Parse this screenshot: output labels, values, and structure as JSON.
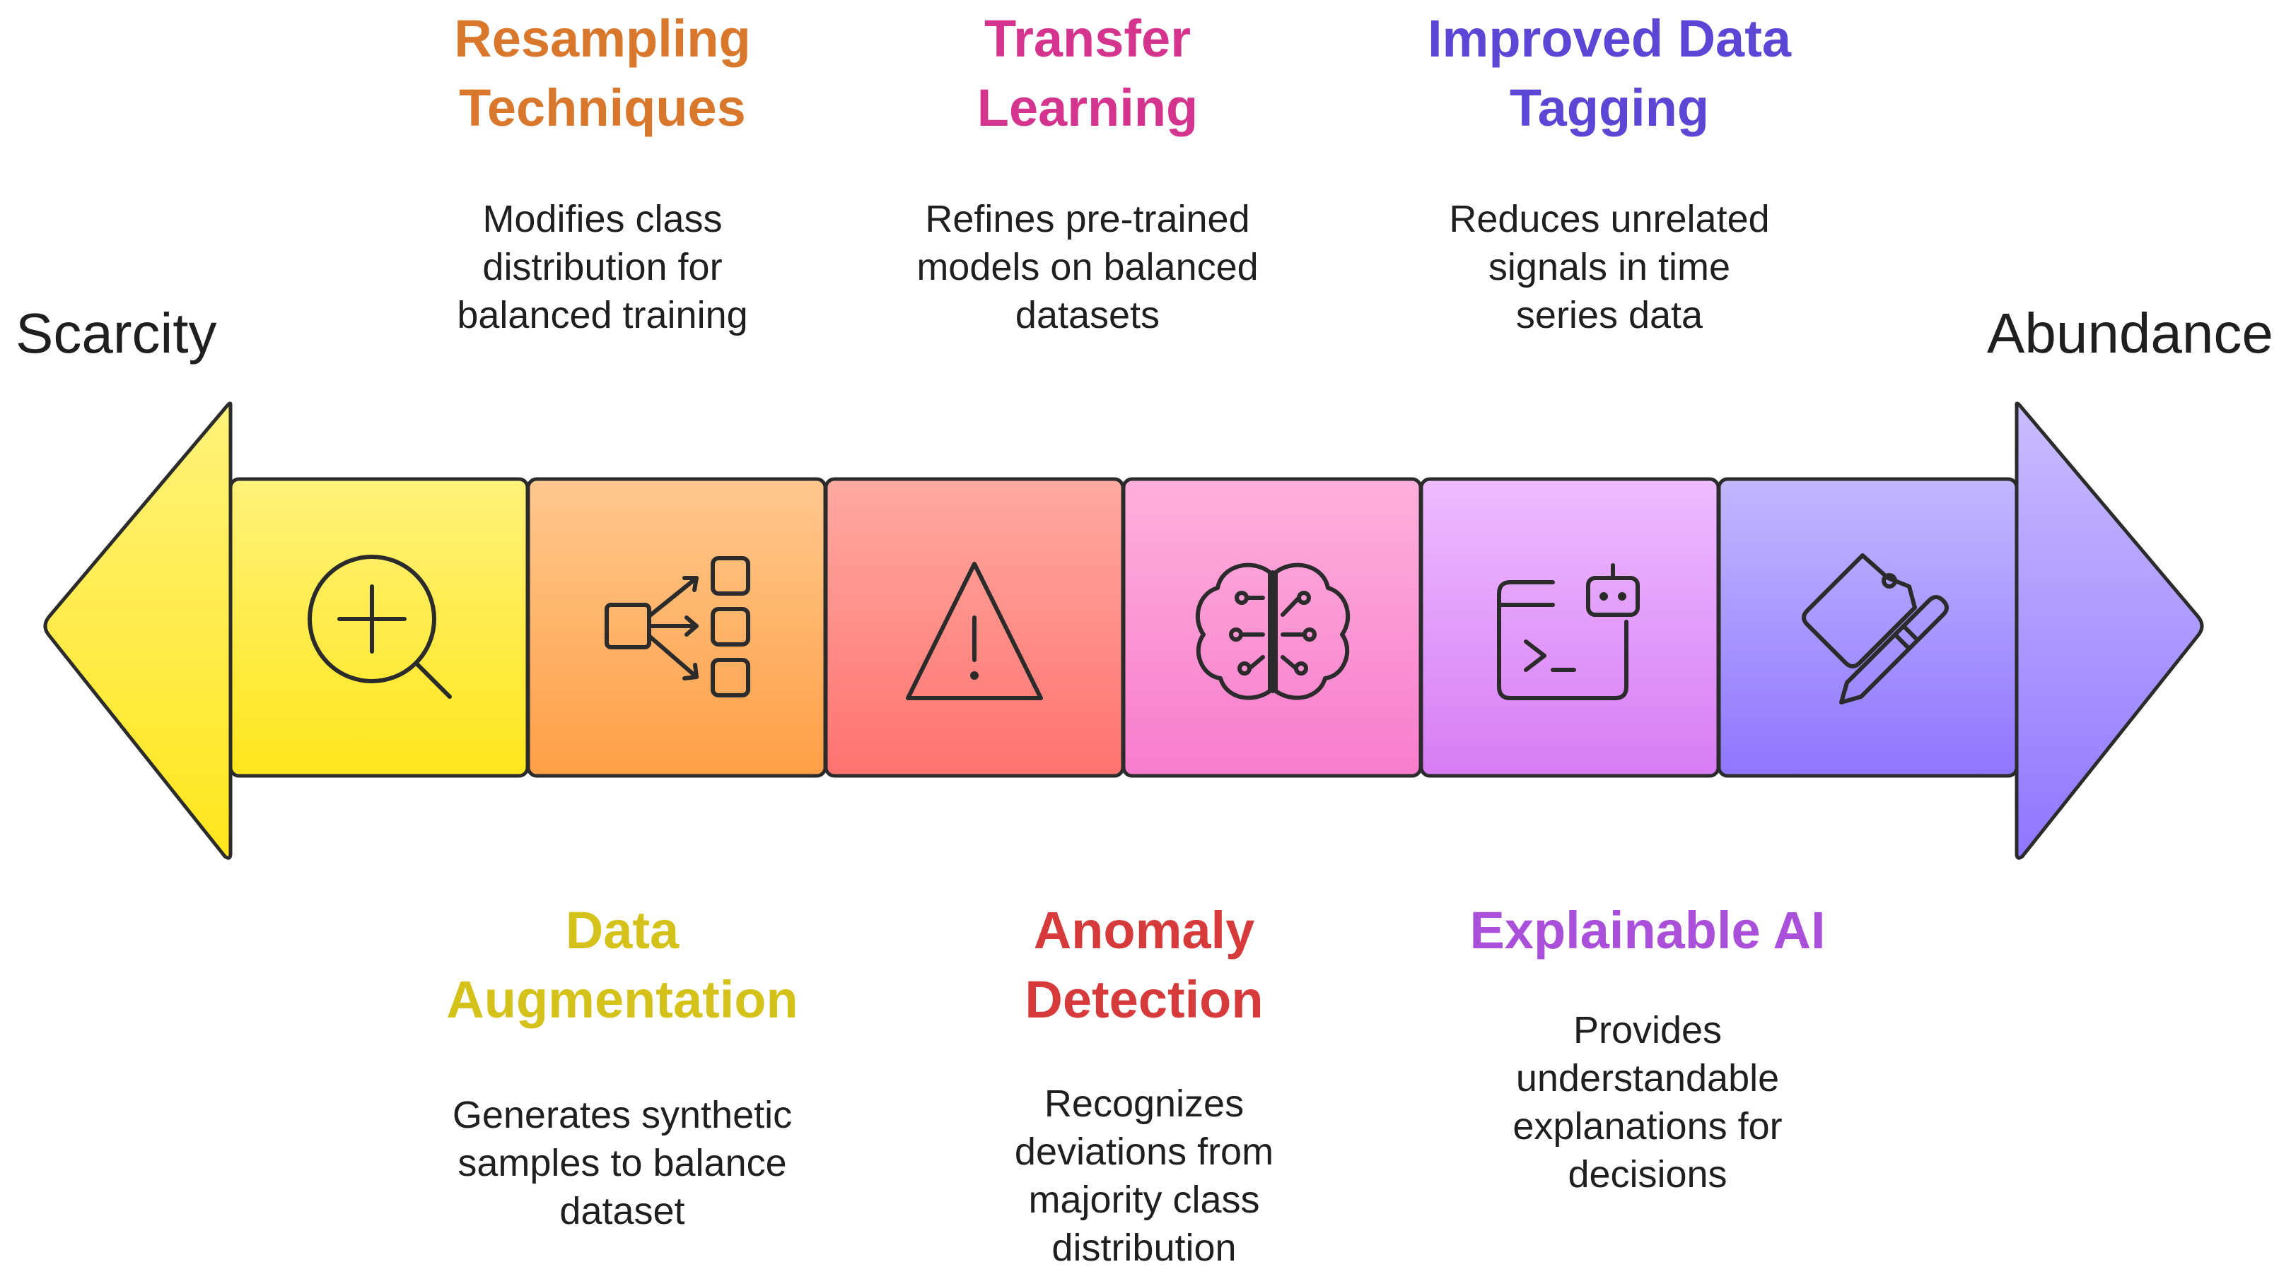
{
  "ends": {
    "left_label": "Scarcity",
    "right_label": "Abundance"
  },
  "items": [
    {
      "id": "data-augmentation",
      "title": "Data\nAugmentation",
      "description": "Generates synthetic\nsamples to balance\ndataset",
      "icon": "magnifier-plus-icon",
      "color": "#d4c21a",
      "fill_top": "#fff27a",
      "fill_bottom": "#ffe61c"
    },
    {
      "id": "resampling-techniques",
      "title": "Resampling\nTechniques",
      "description": "Modifies class\ndistribution for\nbalanced training",
      "icon": "flow-split-icon",
      "color": "#d9772c",
      "fill_top": "#ffc88e",
      "fill_bottom": "#ff9f45"
    },
    {
      "id": "anomaly-detection",
      "title": "Anomaly\nDetection",
      "description": "Recognizes\ndeviations from\nmajority class\ndistribution",
      "icon": "warning-triangle-icon",
      "color": "#d63a3a",
      "fill_top": "#ffaaa2",
      "fill_bottom": "#ff726e"
    },
    {
      "id": "transfer-learning",
      "title": "Transfer\nLearning",
      "description": "Refines pre-trained\nmodels on balanced\ndatasets",
      "icon": "brain-circuit-icon",
      "color": "#d4338e",
      "fill_top": "#ffb0dd",
      "fill_bottom": "#f77ccc"
    },
    {
      "id": "explainable-ai",
      "title": "Explainable AI",
      "description": "Provides\nunderstandable\nexplanations for\ndecisions",
      "icon": "terminal-bot-icon",
      "color": "#a94fd9",
      "fill_top": "#eebcff",
      "fill_bottom": "#d77cf5"
    },
    {
      "id": "improved-data-tagging",
      "title": "Improved Data\nTagging",
      "description": "Reduces unrelated\nsignals in time\nseries data",
      "icon": "tag-pencil-icon",
      "color": "#5b46d6",
      "fill_top": "#c2b7ff",
      "fill_bottom": "#8f76ff"
    }
  ],
  "colors": {
    "outline": "#2b2b2b",
    "text": "#1f1f1f",
    "left_arrow_top": "#fff27a",
    "left_arrow_bottom": "#ffe61c",
    "right_arrow_top": "#c9bcff",
    "right_arrow_bottom": "#8f76ff"
  }
}
